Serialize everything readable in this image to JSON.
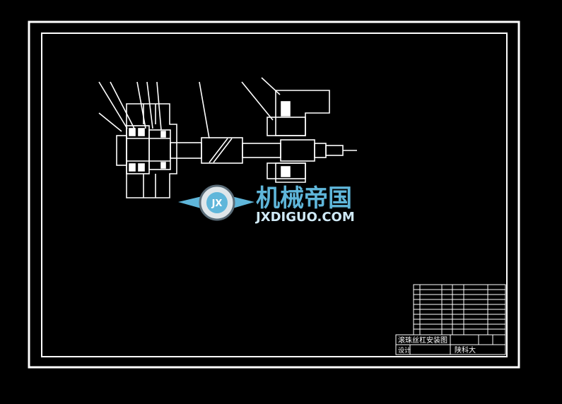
{
  "sheet": {
    "outer_border_color": "#ffffff",
    "line_color": "#ffffff",
    "background": "#000000"
  },
  "watermark": {
    "title": "机械帝国",
    "url": "JXDIGUO.COM",
    "emblem": "JX",
    "color": "#5fb6da"
  },
  "title_block": {
    "drawing_title": "滚珠丝杠安装图",
    "designer_label": "设计",
    "school": "陕科大"
  }
}
